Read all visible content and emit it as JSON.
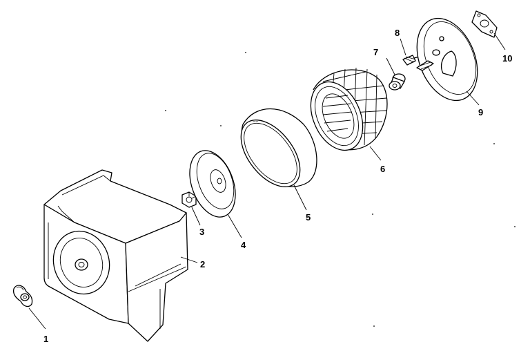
{
  "parts": [
    {
      "id": "part-1",
      "label": "1"
    },
    {
      "id": "part-2",
      "label": "2"
    },
    {
      "id": "part-3",
      "label": "3"
    },
    {
      "id": "part-4",
      "label": "4"
    },
    {
      "id": "part-5",
      "label": "5"
    },
    {
      "id": "part-6",
      "label": "6"
    },
    {
      "id": "part-7",
      "label": "7"
    },
    {
      "id": "part-8",
      "label": "8"
    },
    {
      "id": "part-9",
      "label": "9"
    },
    {
      "id": "part-10",
      "label": "10"
    }
  ]
}
